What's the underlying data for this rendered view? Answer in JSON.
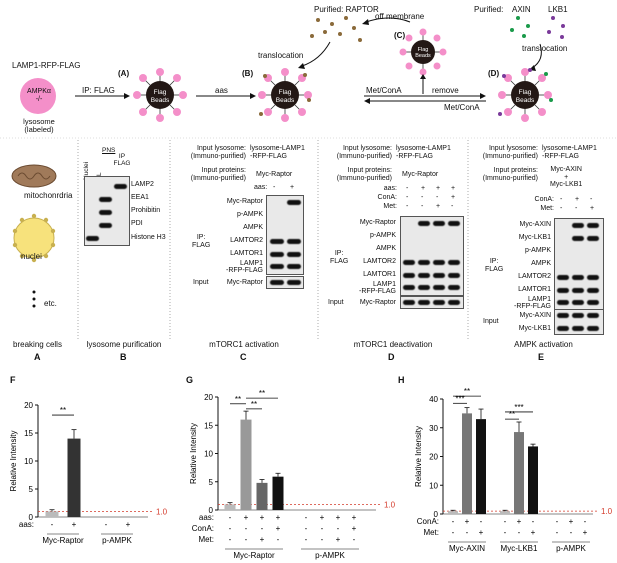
{
  "schematic": {
    "lysosome_construct": "LAMP1-RFP-FLAG",
    "ampk_label": "AMPKα\n-/-",
    "lysosome_label": "lysosome\n(labeled)",
    "ip_flag": "IP: FLAG",
    "flag_beads": "Flag\nBeads",
    "step_a": "(A)",
    "step_b": "(B)",
    "step_c": "(C)",
    "step_d": "(D)",
    "aas": "aas",
    "met_conA": "Met/ConA",
    "remove": "remove",
    "met_conA2": "Met/ConA",
    "translocation": "translocation",
    "translocation2": "translocation",
    "off_membrane": "off membrane",
    "purified_raptor": "Purified:  RAPTOR",
    "purified": "Purified:",
    "axin": "AXIN",
    "lkb1": "LKB1"
  },
  "panelA": {
    "mito": "mitochonrdria",
    "nuclei": "nuclei",
    "etc": "etc.",
    "title": "breaking cells",
    "letter": "A"
  },
  "panelB": {
    "title": "lysosome purification",
    "letter": "B",
    "cols": [
      "Nuclei",
      "FL",
      "IP\nFLAG"
    ],
    "pns": "PNS",
    "rows": [
      "LAMP2",
      "EEA1",
      "Prohibitin",
      "PDI",
      "Histone H3"
    ]
  },
  "panelC": {
    "title": "mTORC1 activation",
    "letter": "C",
    "input_lyso_label": "Input lysosome:\n(Immuno-purified)",
    "input_lyso_val": "lysosome-LAMP1\n-RFP-FLAG",
    "input_prot_label": "Input proteins:\n(Immuno-purified)",
    "input_prot_val": "Myc-Raptor",
    "aas": "aas:",
    "aas_vals": [
      "-",
      "+"
    ],
    "ip_label": "IP:\nFLAG",
    "rows": [
      "Myc-Raptor",
      "p-AMPK",
      "AMPK",
      "LAMTOR2",
      "LAMTOR1",
      "LAMP1\n-RFP-FLAG"
    ],
    "input_label": "Input",
    "input_rows": [
      "Myc-Raptor"
    ]
  },
  "panelD": {
    "title": "mTORC1 deactivation",
    "letter": "D",
    "input_lyso_label": "Input lysosome:\n(Immuno-purified)",
    "input_lyso_val": "lysosome-LAMP1\n-RFP-FLAG",
    "input_prot_label": "Input proteins:\n(Immuno-purified)",
    "input_prot_val": "Myc-Raptor",
    "aas": "aas:",
    "conA": "ConA:",
    "met": "Met:",
    "aas_vals": [
      "-",
      "+",
      "+",
      "+"
    ],
    "conA_vals": [
      "-",
      "-",
      "-",
      "+"
    ],
    "met_vals": [
      "-",
      "-",
      "+",
      "-"
    ],
    "ip_label": "IP:\nFLAG",
    "rows": [
      "Myc-Raptor",
      "p-AMPK",
      "AMPK",
      "LAMTOR2",
      "LAMTOR1",
      "LAMP1\n-RFP-FLAG"
    ],
    "input_label": "Input",
    "input_rows": [
      "Myc-Raptor"
    ]
  },
  "panelE": {
    "title": "AMPK activation",
    "letter": "E",
    "input_lyso_label": "Input lysosome:\n(Immuno-purified)",
    "input_lyso_val": "lysosome-LAMP1\n-RFP-FLAG",
    "input_prot_label": "Input proteins:\n(Immuno-purified)",
    "input_prot_val": "Myc-AXIN\n+\nMyc-LKB1",
    "conA": "ConA:",
    "met": "Met:",
    "conA_vals": [
      "-",
      "+",
      "-"
    ],
    "met_vals": [
      "-",
      "-",
      "+"
    ],
    "ip_label": "IP:\nFLAG",
    "rows": [
      "Myc-AXIN",
      "Myc-LKB1",
      "p-AMPK",
      "AMPK",
      "LAMTOR2",
      "LAMTOR1",
      "LAMP1\n-RFP-FLAG"
    ],
    "input_label": "Input",
    "input_rows": [
      "Myc-AXIN",
      "Myc-LKB1"
    ]
  },
  "chart_data": [
    {
      "type": "bar",
      "panel": "F",
      "ylabel": "Relative Intensity",
      "ylim": [
        0,
        20
      ],
      "yticks": [
        0,
        5,
        10,
        15,
        20
      ],
      "ref_line": "1.0",
      "groups": [
        "Myc-Raptor",
        "p-AMPK"
      ],
      "row_labels": [
        "aas:"
      ],
      "row_values": [
        [
          "-",
          "+",
          "-",
          "+"
        ]
      ],
      "values": [
        1.0,
        14.0,
        0,
        0
      ],
      "errors": [
        0.3,
        1.6,
        0,
        0
      ],
      "colors": [
        "#bbbbbb",
        "#333333",
        "#bbbbbb",
        "#333333"
      ],
      "sig": [
        "**"
      ]
    },
    {
      "type": "bar",
      "panel": "G",
      "ylabel": "Relative Intensity",
      "ylim": [
        0,
        20
      ],
      "yticks": [
        0,
        5,
        10,
        15,
        20
      ],
      "ref_line": "1.0",
      "groups": [
        "Myc-Raptor",
        "p-AMPK"
      ],
      "row_labels": [
        "aas:",
        "ConA:",
        "Met:"
      ],
      "row_values": [
        [
          "-",
          "+",
          "+",
          "+",
          "-",
          "+",
          "+",
          "+"
        ],
        [
          "-",
          "-",
          "-",
          "+",
          "-",
          "-",
          "-",
          "+"
        ],
        [
          "-",
          "-",
          "+",
          "-",
          "-",
          "-",
          "+",
          "-"
        ]
      ],
      "values": [
        1.0,
        16.0,
        4.8,
        5.9,
        0,
        0,
        0,
        0
      ],
      "errors": [
        0.3,
        1.5,
        0.6,
        0.6,
        0,
        0,
        0,
        0
      ],
      "colors": [
        "#bbbbbb",
        "#999999",
        "#666666",
        "#111111",
        "#bbbbbb",
        "#999999",
        "#666666",
        "#111111"
      ],
      "sig": [
        "**",
        "**",
        "**",
        "**"
      ]
    },
    {
      "type": "bar",
      "panel": "H",
      "ylabel": "Relative Intensity",
      "ylim": [
        0,
        40
      ],
      "yticks": [
        0,
        10,
        20,
        30,
        40
      ],
      "ref_line": "1.0",
      "groups": [
        "Myc-AXIN",
        "Myc-LKB1",
        "p-AMPK"
      ],
      "row_labels": [
        "ConA:",
        "Met:"
      ],
      "row_values": [
        [
          "-",
          "+",
          "-",
          "-",
          "+",
          "-",
          "-",
          "+",
          "-"
        ],
        [
          "-",
          "-",
          "+",
          "-",
          "-",
          "+",
          "-",
          "-",
          "+"
        ]
      ],
      "values": [
        1.0,
        35.0,
        33.0,
        1.0,
        28.5,
        23.5,
        0,
        0,
        0
      ],
      "errors": [
        0.3,
        2.0,
        3.5,
        0.3,
        3.5,
        0.8,
        0,
        0,
        0
      ],
      "colors": [
        "#bbbbbb",
        "#777777",
        "#111111",
        "#bbbbbb",
        "#777777",
        "#111111",
        "#bbbbbb",
        "#777777",
        "#111111"
      ],
      "sig": [
        "**",
        "***",
        "**",
        "***"
      ]
    }
  ]
}
